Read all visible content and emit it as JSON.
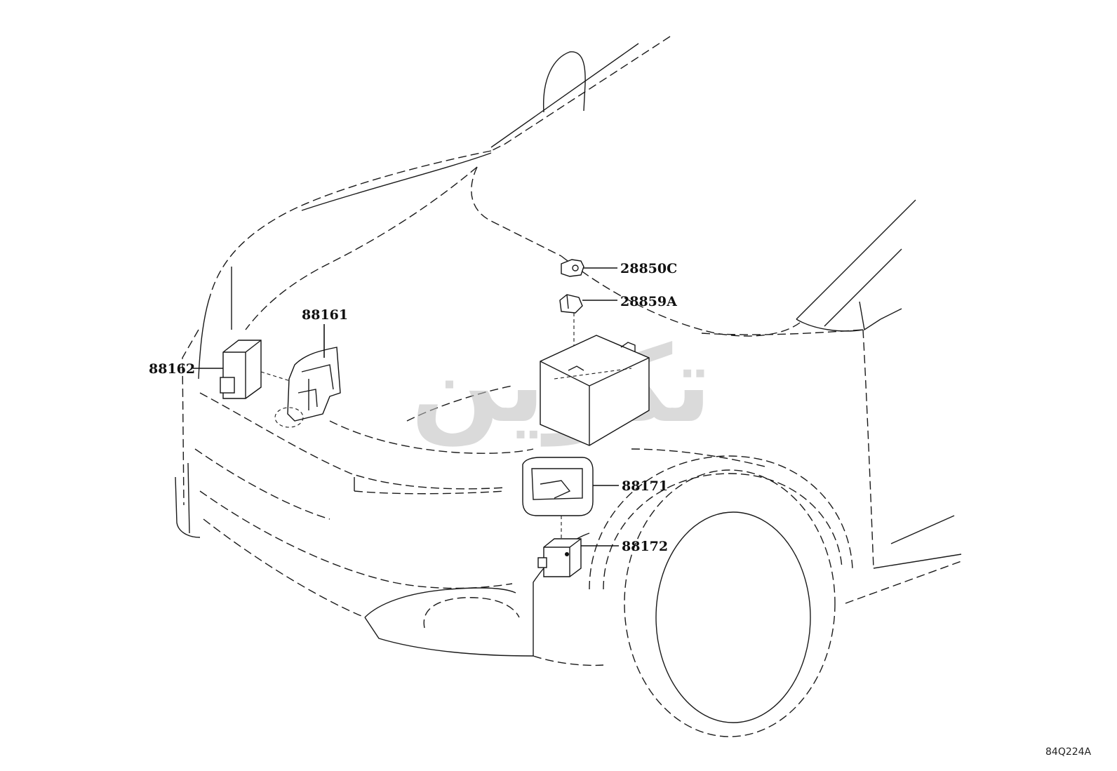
{
  "diagram": {
    "watermark": "تکوین",
    "figure_code": "84Q224A",
    "callouts": [
      {
        "id": "88162",
        "label": "88162"
      },
      {
        "id": "88161",
        "label": "88161"
      },
      {
        "id": "28850C",
        "label": "28850C"
      },
      {
        "id": "28859A",
        "label": "28859A"
      },
      {
        "id": "88171",
        "label": "88171"
      },
      {
        "id": "88172",
        "label": "88172"
      }
    ]
  }
}
